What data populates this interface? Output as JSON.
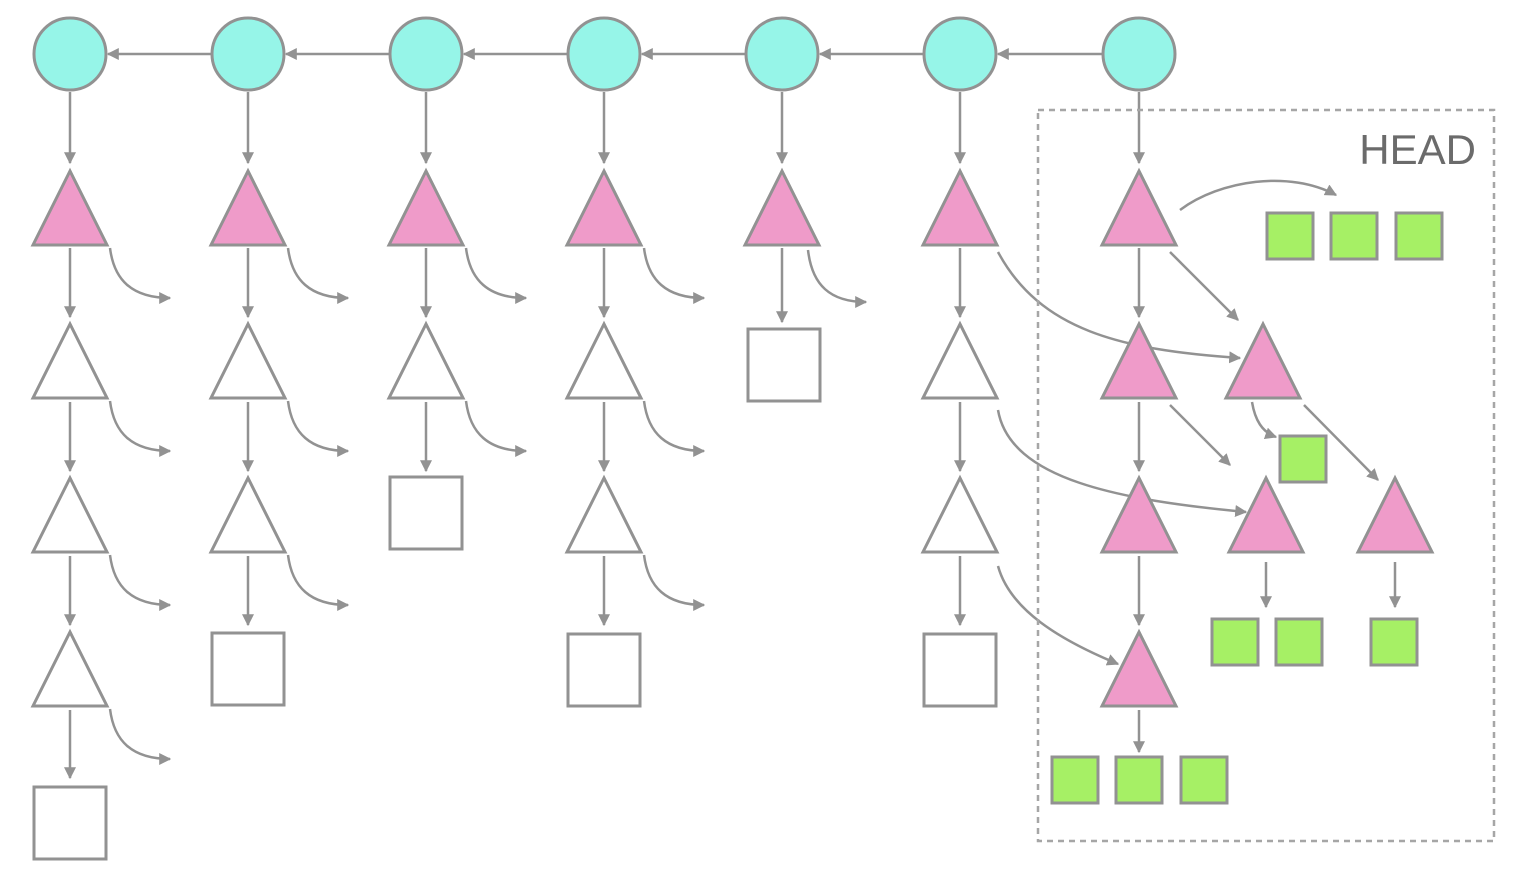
{
  "diagram": {
    "head_label": "HEAD",
    "colors": {
      "commit_fill": "#96f5e8",
      "stroke": "#929292",
      "tree_modified_fill": "#ef9bc9",
      "blob_new_fill": "#a6f065",
      "unchanged_fill": "#ffffff",
      "text": "#6b6b6b"
    },
    "legend_of_shapes": {
      "commit": "circle",
      "tree": "triangle",
      "blob": "square"
    }
  }
}
